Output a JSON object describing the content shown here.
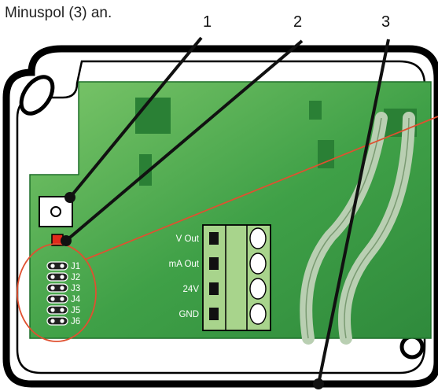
{
  "caption": "Minuspol (3) an.",
  "callouts": [
    {
      "number": "1",
      "target": "push-button"
    },
    {
      "number": "2",
      "target": "status-led"
    },
    {
      "number": "3",
      "target": "minus-pole"
    }
  ],
  "terminals": [
    {
      "label": "V Out"
    },
    {
      "label": "mA Out"
    },
    {
      "label": "24V"
    },
    {
      "label": "GND"
    }
  ],
  "jumpers": [
    {
      "label": "J1"
    },
    {
      "label": "J2"
    },
    {
      "label": "J3"
    },
    {
      "label": "J4"
    },
    {
      "label": "J5"
    },
    {
      "label": "J6"
    }
  ],
  "colors": {
    "pcb": "#3fa047",
    "terminal_block": "#a8d48c",
    "led": "#e02a1c",
    "highlight_line": "#e05030"
  }
}
